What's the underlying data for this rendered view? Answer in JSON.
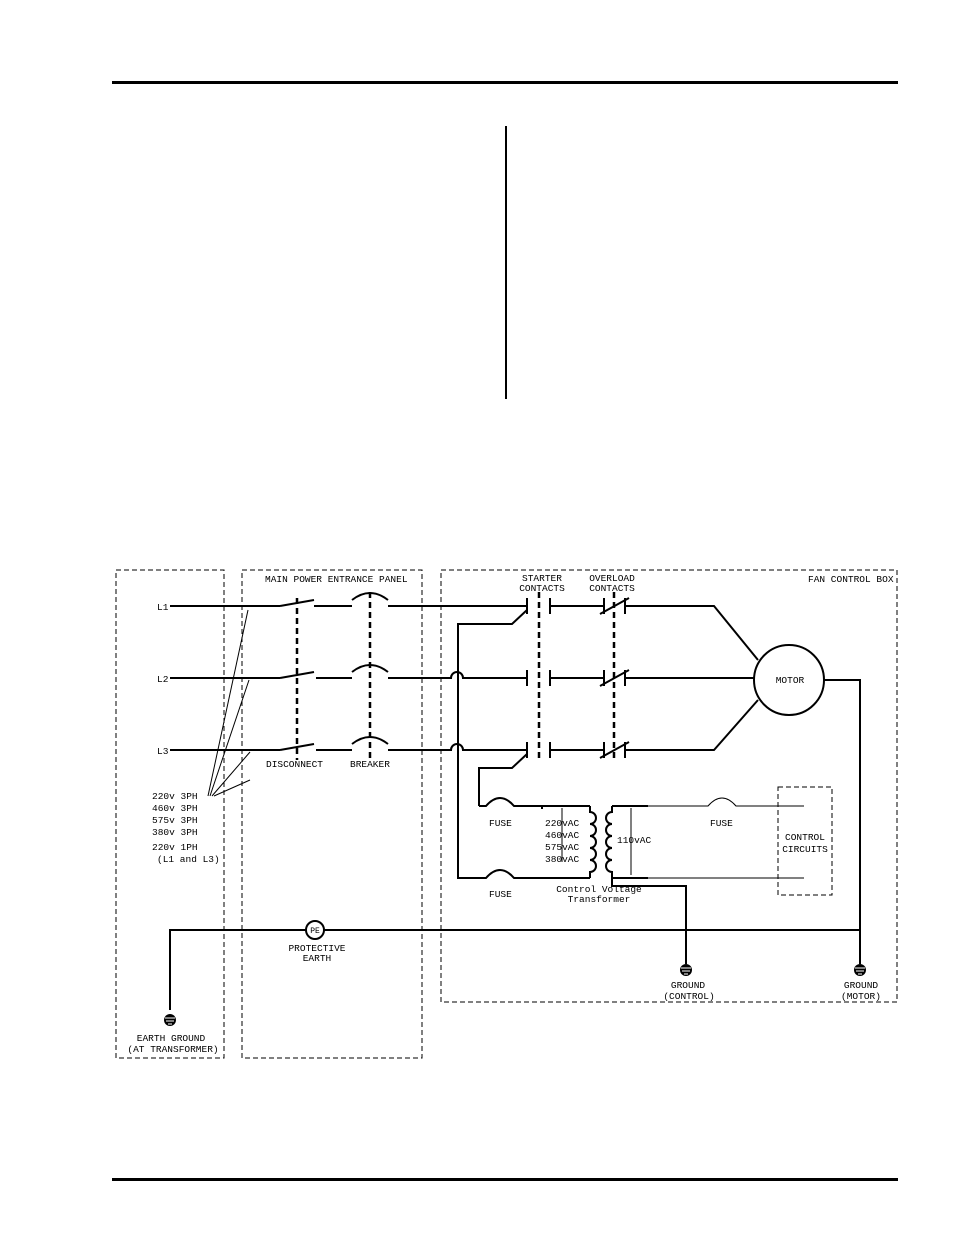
{
  "diagram": {
    "boxes": {
      "main_panel": "MAIN POWER ENTRANCE PANEL",
      "fan_box": "FAN CONTROL BOX",
      "control_circuits": [
        "CONTROL",
        "CIRCUITS"
      ]
    },
    "lines": [
      "L1",
      "L2",
      "L3"
    ],
    "components": {
      "disconnect": "DISCONNECT",
      "breaker": "BREAKER",
      "starter": [
        "STARTER",
        "CONTACTS"
      ],
      "overload": [
        "OVERLOAD",
        "CONTACTS"
      ],
      "motor": "MOTOR",
      "fuse": "FUSE",
      "pe_symbol": "PE",
      "protective_earth": [
        "PROTECTIVE",
        "EARTH"
      ],
      "transformer": [
        "Control Voltage",
        "Transformer"
      ]
    },
    "supply_voltages": [
      "220v 3PH",
      "460v 3PH",
      "575v 3PH",
      "380v 3PH",
      "220v 1PH",
      "(L1 and L3)"
    ],
    "primary_voltages": [
      "220vAC",
      "460vAC",
      "575vAC",
      "380vAC"
    ],
    "secondary_voltage": "110vAC",
    "grounds": {
      "earth": [
        "EARTH GROUND",
        "(AT TRANSFORMER)"
      ],
      "control": [
        "GROUND",
        "(CONTROL)"
      ],
      "motor": [
        "GROUND",
        "(MOTOR)"
      ]
    }
  }
}
